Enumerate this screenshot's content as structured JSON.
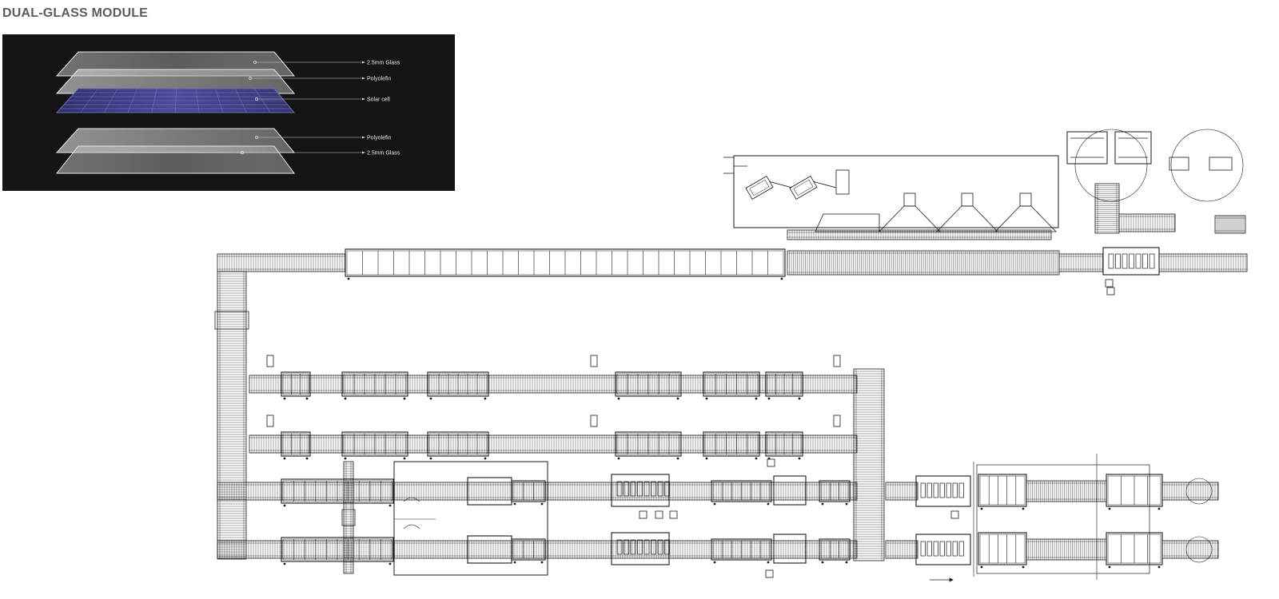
{
  "header": {
    "title": "DUAL-GLASS MODULE"
  },
  "module_layers": [
    {
      "label": "2.5mm Glass",
      "kind": "glass"
    },
    {
      "label": "Polyolefin",
      "kind": "film"
    },
    {
      "label": "Solar cell",
      "kind": "cell"
    },
    {
      "label": "Polyolefin",
      "kind": "film"
    },
    {
      "label": "2.5mm Glass",
      "kind": "glass"
    }
  ],
  "colors": {
    "panel_background": "#141414",
    "glass": "#c9c9c9",
    "cell": "#3b3d7a",
    "line_drawing": "#1a1a1a"
  }
}
